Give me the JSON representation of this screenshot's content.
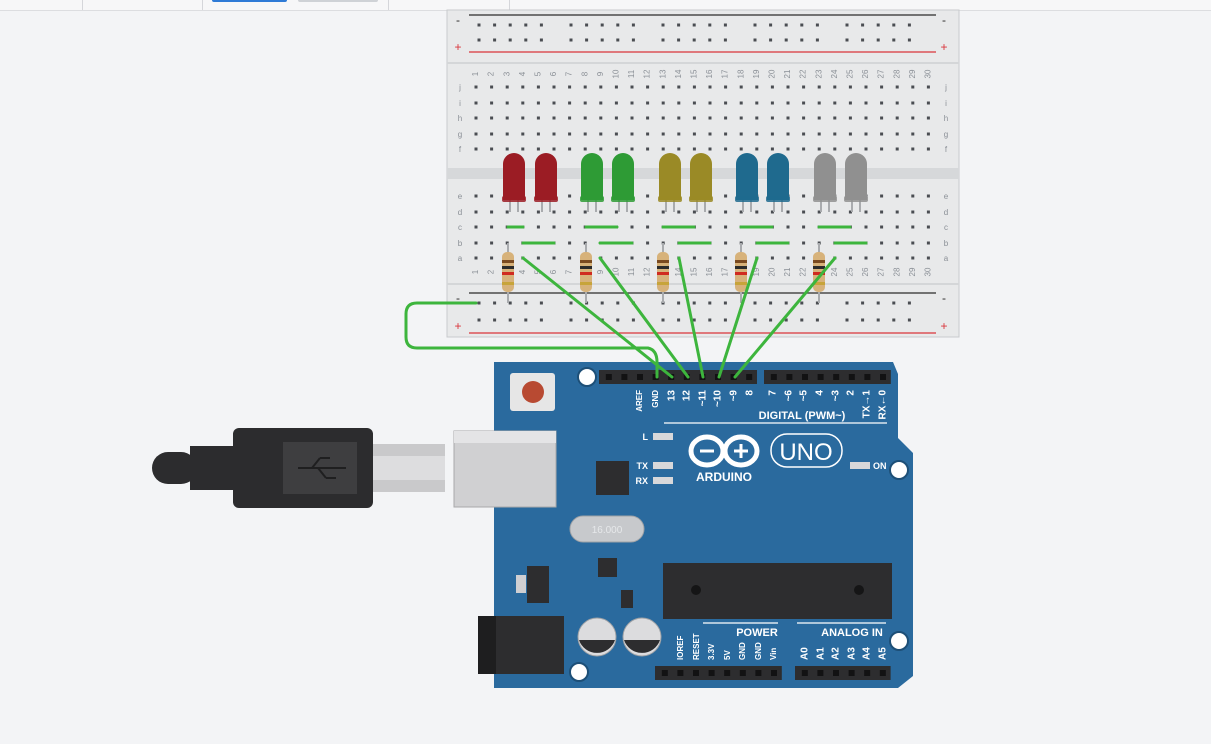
{
  "breadboard": {
    "columns": [
      "1",
      "2",
      "3",
      "4",
      "5",
      "6",
      "7",
      "8",
      "9",
      "10",
      "11",
      "12",
      "13",
      "14",
      "15",
      "16",
      "17",
      "18",
      "19",
      "20",
      "21",
      "22",
      "23",
      "24",
      "25",
      "26",
      "27",
      "28",
      "29",
      "30"
    ],
    "rows_top": [
      "j",
      "i",
      "h",
      "g",
      "f"
    ],
    "rows_bottom": [
      "e",
      "d",
      "c",
      "b",
      "a"
    ],
    "rail_minus": "-",
    "rail_plus": "+"
  },
  "leds": [
    {
      "color": "red",
      "hex": "#9b1c24"
    },
    {
      "color": "red",
      "hex": "#9b1c24"
    },
    {
      "color": "green",
      "hex": "#2e9b35"
    },
    {
      "color": "green",
      "hex": "#2e9b35"
    },
    {
      "color": "yellow",
      "hex": "#9a8a26"
    },
    {
      "color": "yellow",
      "hex": "#9a8a26"
    },
    {
      "color": "blue",
      "hex": "#1f6a8e"
    },
    {
      "color": "blue",
      "hex": "#1f6a8e"
    },
    {
      "color": "white",
      "hex": "#909090"
    },
    {
      "color": "white",
      "hex": "#909090"
    }
  ],
  "arduino": {
    "brand": "ARDUINO",
    "model": "UNO",
    "header_top_labels": [
      "AREF",
      "GND",
      "13",
      "12",
      "~11",
      "~10",
      "~9",
      "8",
      "7",
      "~6",
      "~5",
      "4",
      "~3",
      "2",
      "TX→1",
      "RX←0"
    ],
    "digital_label": "DIGITAL (PWM~)",
    "led_labels": [
      "L",
      "TX",
      "RX"
    ],
    "on_label": "ON",
    "power_label": "POWER",
    "power_pins": [
      "IOREF",
      "RESET",
      "3.3V",
      "5V",
      "GND",
      "GND",
      "Vin"
    ],
    "analog_label": "ANALOG IN",
    "analog_pins": [
      "A0",
      "A1",
      "A2",
      "A3",
      "A4",
      "A5"
    ],
    "crystal_text": "16.000"
  },
  "colors": {
    "board": "#2a6a9e",
    "wire": "#3db53d",
    "breadboard": "#e8e9ea",
    "rail_red": "#d9343a",
    "rail_black": "#2b2b2b"
  }
}
